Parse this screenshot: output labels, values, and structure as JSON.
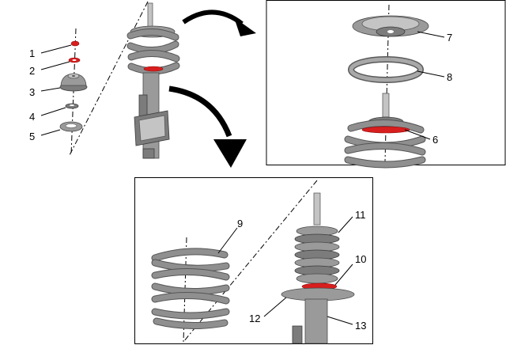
{
  "callouts": {
    "c1": "1",
    "c2": "2",
    "c3": "3",
    "c4": "4",
    "c5": "5",
    "c6": "6",
    "c7": "7",
    "c8": "8",
    "c9": "9",
    "c10": "10",
    "c11": "11",
    "c12": "12",
    "c13": "13"
  },
  "colors": {
    "highlight": "#d81e1e",
    "metal": "#9a9a9a",
    "frame": "#000000"
  }
}
